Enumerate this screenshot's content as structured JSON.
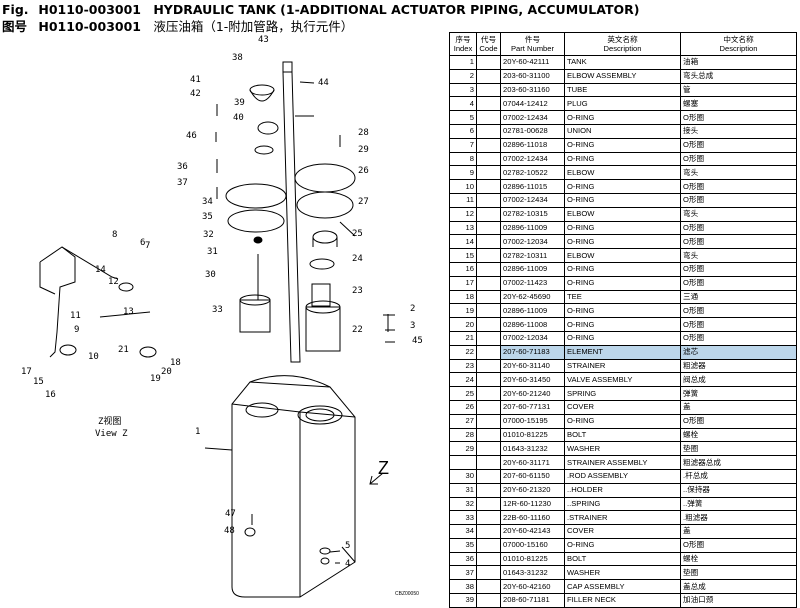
{
  "title": {
    "line1_prefix": "Fig.",
    "line1_number": "H0110-003001",
    "line1_desc": "HYDRAULIC TANK (1-ADDITIONAL ACTUATOR PIPING, ACCUMULATOR)",
    "line2_prefix": "图号",
    "line2_number": "H0110-003001",
    "line2_desc": "液压油箱（1-附加管路，执行元件）"
  },
  "diagram": {
    "callouts": [
      "1",
      "2",
      "3",
      "4",
      "5",
      "6",
      "7",
      "8",
      "9",
      "10",
      "11",
      "12",
      "13",
      "14",
      "15",
      "16",
      "17",
      "18",
      "19",
      "20",
      "21",
      "22",
      "23",
      "24",
      "25",
      "26",
      "27",
      "28",
      "29",
      "30",
      "31",
      "32",
      "33",
      "34",
      "35",
      "36",
      "37",
      "38",
      "39",
      "40",
      "41",
      "42",
      "43",
      "44",
      "45",
      "46",
      "47",
      "48"
    ],
    "view_label_cn": "Z视图",
    "view_label_en": "View Z",
    "z_label": "Z",
    "drawing_code": "CBZ00050"
  },
  "table": {
    "headers": {
      "index_cn": "序号",
      "index_en": "Index",
      "code_cn": "代号",
      "code_en": "Code",
      "part_cn": "件号",
      "part_en": "Part Number",
      "desc_en_cn": "英文名称",
      "desc_en_en": "Description",
      "desc_cn_cn": "中文名称",
      "desc_cn_en": "Description"
    },
    "highlight_row": 21,
    "rows": [
      {
        "index": "1",
        "code": "",
        "part": "20Y-60-42111",
        "en": "TANK",
        "cn": "油箱"
      },
      {
        "index": "2",
        "code": "",
        "part": "203-60-31100",
        "en": "ELBOW ASSEMBLY",
        "cn": "弯头总成"
      },
      {
        "index": "3",
        "code": "",
        "part": "203-60-31160",
        "en": "TUBE",
        "cn": "管"
      },
      {
        "index": "4",
        "code": "",
        "part": "07044-12412",
        "en": "PLUG",
        "cn": "螺塞"
      },
      {
        "index": "5",
        "code": "",
        "part": "07002-12434",
        "en": "O-RING",
        "cn": "O形圈"
      },
      {
        "index": "6",
        "code": "",
        "part": "02781-00628",
        "en": "UNION",
        "cn": "接头"
      },
      {
        "index": "7",
        "code": "",
        "part": "02896-11018",
        "en": "O-RING",
        "cn": "O形圈"
      },
      {
        "index": "8",
        "code": "",
        "part": "07002-12434",
        "en": "O-RING",
        "cn": "O形圈"
      },
      {
        "index": "9",
        "code": "",
        "part": "02782-10522",
        "en": "ELBOW",
        "cn": "弯头"
      },
      {
        "index": "10",
        "code": "",
        "part": "02896-11015",
        "en": "O-RING",
        "cn": "O形圈"
      },
      {
        "index": "11",
        "code": "",
        "part": "07002-12434",
        "en": "O-RING",
        "cn": "O形圈"
      },
      {
        "index": "12",
        "code": "",
        "part": "02782-10315",
        "en": "ELBOW",
        "cn": "弯头"
      },
      {
        "index": "13",
        "code": "",
        "part": "02896-11009",
        "en": "O-RING",
        "cn": "O形圈"
      },
      {
        "index": "14",
        "code": "",
        "part": "07002-12034",
        "en": "O-RING",
        "cn": "O形圈"
      },
      {
        "index": "15",
        "code": "",
        "part": "02782-10311",
        "en": "ELBOW",
        "cn": "弯头"
      },
      {
        "index": "16",
        "code": "",
        "part": "02896-11009",
        "en": "O-RING",
        "cn": "O形圈"
      },
      {
        "index": "17",
        "code": "",
        "part": "07002-11423",
        "en": "O-RING",
        "cn": "O形圈"
      },
      {
        "index": "18",
        "code": "",
        "part": "20Y-62-45690",
        "en": "TEE",
        "cn": "三通"
      },
      {
        "index": "19",
        "code": "",
        "part": "02896-11009",
        "en": "O-RING",
        "cn": "O形圈"
      },
      {
        "index": "20",
        "code": "",
        "part": "02896-11008",
        "en": "O-RING",
        "cn": "O形圈"
      },
      {
        "index": "21",
        "code": "",
        "part": "07002-12034",
        "en": "O-RING",
        "cn": "O形圈"
      },
      {
        "index": "22",
        "code": "",
        "part": "207-60-71183",
        "en": "ELEMENT",
        "cn": "滤芯"
      },
      {
        "index": "23",
        "code": "",
        "part": "20Y-60-31140",
        "en": "STRAINER",
        "cn": "粗滤器"
      },
      {
        "index": "24",
        "code": "",
        "part": "20Y-60-31450",
        "en": "VALVE ASSEMBLY",
        "cn": "阀总成"
      },
      {
        "index": "25",
        "code": "",
        "part": "20Y-60-21240",
        "en": "SPRING",
        "cn": "弹簧"
      },
      {
        "index": "26",
        "code": "",
        "part": "207-60-77131",
        "en": "COVER",
        "cn": "盖"
      },
      {
        "index": "27",
        "code": "",
        "part": "07000-15195",
        "en": "O-RING",
        "cn": "O形圈"
      },
      {
        "index": "28",
        "code": "",
        "part": "01010-81225",
        "en": "BOLT",
        "cn": "螺栓"
      },
      {
        "index": "29",
        "code": "",
        "part": "01643-31232",
        "en": "WASHER",
        "cn": "垫圈"
      },
      {
        "index": "",
        "code": "",
        "part": "20Y-60-31171",
        "en": "STRAINER ASSEMBLY",
        "cn": "粗滤器总成"
      },
      {
        "index": "30",
        "code": "",
        "part": "207-60-61150",
        "en": ".ROD ASSEMBLY",
        "cn": ".杆总成"
      },
      {
        "index": "31",
        "code": "",
        "part": "20Y-60-21320",
        "en": "..HOLDER",
        "cn": "..保持器"
      },
      {
        "index": "32",
        "code": "",
        "part": "12R-60-11230",
        "en": "..SPRING",
        "cn": "..弹簧"
      },
      {
        "index": "33",
        "code": "",
        "part": "22B-60-11160",
        "en": ".STRAINER",
        "cn": ".粗滤器"
      },
      {
        "index": "34",
        "code": "",
        "part": "20Y-60-42143",
        "en": "COVER",
        "cn": "盖"
      },
      {
        "index": "35",
        "code": "",
        "part": "07000-15160",
        "en": "O-RING",
        "cn": "O形圈"
      },
      {
        "index": "36",
        "code": "",
        "part": "01010-81225",
        "en": "BOLT",
        "cn": "螺栓"
      },
      {
        "index": "37",
        "code": "",
        "part": "01643-31232",
        "en": "WASHER",
        "cn": "垫圈"
      },
      {
        "index": "38",
        "code": "",
        "part": "20Y-60-42160",
        "en": "CAP ASSEMBLY",
        "cn": "盖总成"
      },
      {
        "index": "39",
        "code": "",
        "part": "208-60-71181",
        "en": "FILLER NECK",
        "cn": "加油口颈"
      }
    ]
  }
}
